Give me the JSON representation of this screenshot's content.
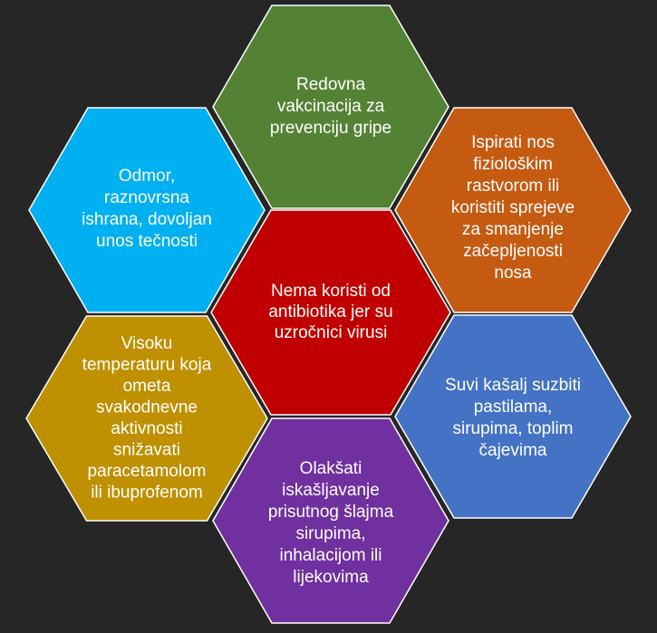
{
  "background": "#262626",
  "hexagons": [
    {
      "id": "center",
      "color": "#c00000",
      "lines": [
        "Nema koristi od",
        "antibiotika jer su",
        "uzročnici virusi"
      ]
    },
    {
      "id": "top",
      "color": "#548235",
      "lines": [
        "Redovna",
        "vakcinacija za",
        "prevenciju gripe"
      ]
    },
    {
      "id": "top-right",
      "color": "#c55a11",
      "lines": [
        "Ispirati nos",
        "fiziološkim",
        "rastvorom ili",
        "koristiti spreje​ve",
        "za smanjenje",
        "začepljenosti",
        "nosa"
      ]
    },
    {
      "id": "bottom-right",
      "color": "#4472c4",
      "lines": [
        "Suvi kašalj suzbiti",
        "pastilama,",
        "sirupima, toplim",
        "čajevima"
      ]
    },
    {
      "id": "bottom",
      "color": "#7030a0",
      "lines": [
        "Olakšati",
        "iskašljavanje",
        "prisutnog šlajma",
        "sirupima,",
        "inhalacijom ili",
        "lijekovima"
      ]
    },
    {
      "id": "bottom-left",
      "color": "#bf9000",
      "lines": [
        "Visoku",
        "temperaturu koja",
        "ometa",
        "svakodnevne",
        "aktivnosti",
        "snižavati",
        "paracetamolom",
        "ili ibuprofenom"
      ]
    },
    {
      "id": "top-left",
      "color": "#00b0f0",
      "lines": [
        "Odmor,",
        "raznovrsna",
        "ishrana, dovoljan",
        "unos tečnosti"
      ]
    }
  ]
}
